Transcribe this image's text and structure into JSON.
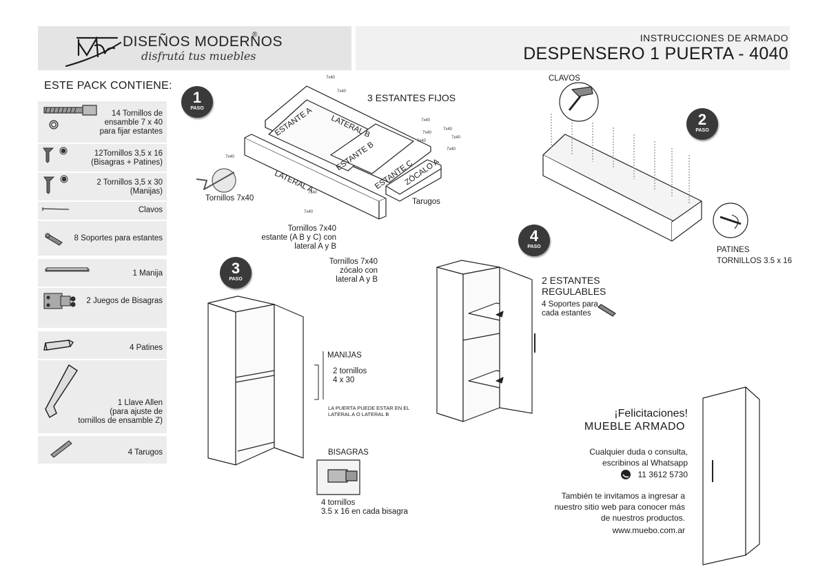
{
  "header": {
    "brand_name": "DISEÑOS MODERNOS",
    "brand_registered": "®",
    "brand_tagline": "disfrutá tus muebles",
    "subtitle": "INSTRUCCIONES  DE ARMADO",
    "title": "DESPENSERO 1 PUERTA  - 4040"
  },
  "pack": {
    "title": "ESTE PACK CONTIENE:",
    "items": [
      {
        "icon": "screw-icon",
        "lines": [
          "14 Tornillos de",
          "ensamble 7 x 40",
          "para fijar estantes"
        ]
      },
      {
        "icon": "small-screw-icon",
        "lines": [
          "12Tornillos 3,5 x 16",
          "(Bisagras + Patines)"
        ]
      },
      {
        "icon": "small-screw-icon",
        "lines": [
          "2 Tornillos 3,5 x 30",
          "(Manijas)"
        ]
      },
      {
        "icon": "nail-icon",
        "lines": [
          "Clavos"
        ]
      },
      {
        "icon": "shelf-support-icon",
        "lines": [
          "8 Soportes para estantes"
        ]
      },
      {
        "icon": "handle-icon",
        "lines": [
          "1 Manija"
        ]
      },
      {
        "icon": "hinge-icon",
        "lines": [
          "2 Juegos de Bisagras"
        ]
      },
      {
        "icon": "glide-icon",
        "lines": [
          "4  Patines"
        ]
      },
      {
        "icon": "allen-key-icon",
        "lines": [
          "1 Llave Allen",
          "(para ajuste de",
          "tornillos de ensamble Z)"
        ]
      },
      {
        "icon": "dowel-icon",
        "lines": [
          "4  Tarugos"
        ]
      }
    ]
  },
  "steps": {
    "step_word": "PASO",
    "numbers": [
      "1",
      "2",
      "3",
      "4"
    ]
  },
  "step1": {
    "heading": "3 ESTANTES FIJOS",
    "panel_estante_a": "ESTANTE A",
    "panel_lateral_b": "LATERAL B",
    "panel_estante_b": "ESTANTE B",
    "panel_lateral_a": "LATERAL A",
    "panel_estante_c": "ESTANTE C",
    "panel_zocalo_a": "ZÓCALO A",
    "screw_mark": "7x40",
    "tornillos_label": "Tornillos 7x40",
    "tarugos_label": "Tarugos",
    "note_shelves": [
      "Tornillos 7x40",
      "estante (A B y C) con",
      "lateral A y B"
    ],
    "note_zocalo": [
      "Tornillos 7x40",
      "zócalo con",
      "lateral A y B"
    ]
  },
  "step2": {
    "clavos_label": "CLAVOS",
    "patines_label": "PATINES",
    "patines_screws": "TORNILLOS 3.5 x 16"
  },
  "step3": {
    "manijas_label": "MANIJAS",
    "manijas_screws": [
      "2 tornillos",
      "4 x 30"
    ],
    "door_note": [
      "LA PUERTA PUEDE ESTAR EN EL",
      "LATERAL A O LATERAL B"
    ],
    "bisagras_label": "BISAGRAS",
    "bisagras_note": [
      "4 tornillos",
      "3.5 x 16 en cada bisagra"
    ]
  },
  "step4": {
    "heading": [
      "2 ESTANTES",
      "REGULABLES"
    ],
    "supports": [
      "4 Soportes para",
      "cada estantes"
    ]
  },
  "closing": {
    "congrats": "¡Felicitaciones!",
    "assembled": "MUEBLE ARMADO",
    "contact": [
      "Cualquier duda o consulta,",
      "escribinos al Whatsapp"
    ],
    "phone": "11 3612 5730",
    "invite": [
      "También te invitamos a ingresar a",
      "nuestro sitio web para conocer más",
      "de nuestros productos."
    ],
    "website": "www.muebo.com.ar"
  }
}
